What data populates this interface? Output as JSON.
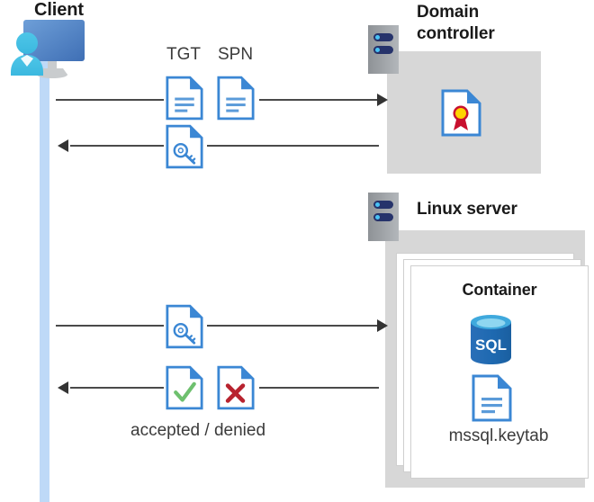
{
  "diagram": {
    "type": "sequence-diagram",
    "title_client": "Client",
    "title_domain_controller": "Domain\ncontroller",
    "title_linux_server": "Linux server",
    "title_container": "Container",
    "labels": {
      "tgt": "TGT",
      "spn": "SPN",
      "accepted_denied": "accepted / denied",
      "keytab": "mssql.keytab",
      "sql": "SQL"
    },
    "actors": [
      {
        "name": "Client",
        "icon": "user-monitor-icon"
      },
      {
        "name": "Domain controller",
        "icon": "server-rack-icon"
      },
      {
        "name": "Linux server",
        "icon": "server-rack-icon"
      }
    ],
    "messages": [
      {
        "id": "m1",
        "direction": "right",
        "from": "Client",
        "to": "Domain controller",
        "icons": [
          "document-icon",
          "document-icon"
        ],
        "labels": [
          "TGT",
          "SPN"
        ]
      },
      {
        "id": "m2",
        "direction": "left",
        "from": "Domain controller",
        "to": "Client",
        "icons": [
          "document-key-icon"
        ],
        "labels": []
      },
      {
        "id": "m3",
        "direction": "right",
        "from": "Client",
        "to": "Linux server",
        "icons": [
          "document-key-icon"
        ],
        "labels": []
      },
      {
        "id": "m4",
        "direction": "left",
        "from": "Linux server",
        "to": "Client",
        "icons": [
          "document-check-icon",
          "document-cross-icon"
        ],
        "labels": [
          "accepted / denied"
        ]
      }
    ],
    "domain_controller_contents": [
      {
        "icon": "document-certificate-icon",
        "label": ""
      }
    ],
    "container_contents": [
      {
        "icon": "sql-database-icon",
        "label": "SQL"
      },
      {
        "icon": "document-icon",
        "label": "mssql.keytab"
      }
    ],
    "colors": {
      "zone_gray": "#d7d7d7",
      "lifeline_blue": "#bed9f7",
      "doc_blue": "#3b87d4",
      "accent_dark_blue": "#26336b",
      "led_cyan": "#49c3f5",
      "check_green": "#6ec06e",
      "cross_red": "#b8232f",
      "ribbon_yellow": "#ffd400",
      "ribbon_red": "#c8102e",
      "sql_blue": "#1e69b0",
      "arrow": "#4a4a4a",
      "text": "#1a1a1a"
    }
  }
}
